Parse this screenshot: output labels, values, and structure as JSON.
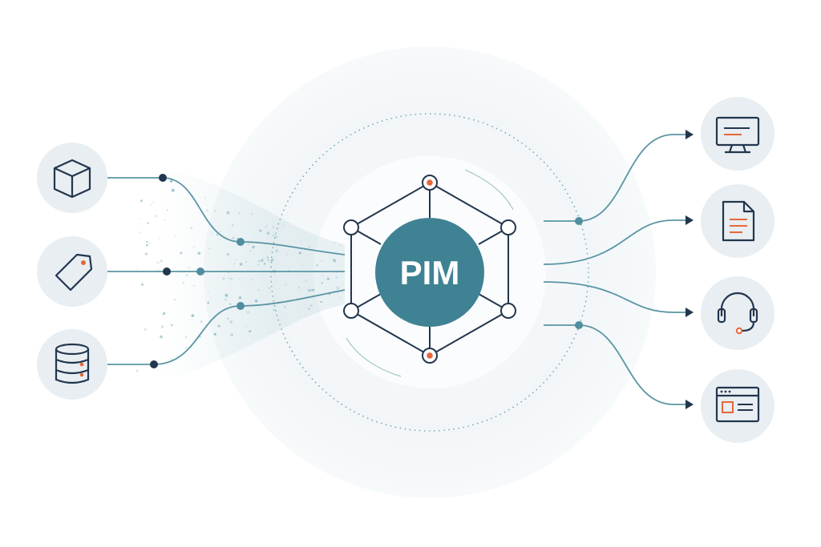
{
  "hub": {
    "label": "PIM",
    "node_icons": [
      "node-dot-icon"
    ]
  },
  "inputs": [
    {
      "id": "product",
      "icon": "cube-icon"
    },
    {
      "id": "pricing",
      "icon": "price-tag-icon"
    },
    {
      "id": "data",
      "icon": "database-icon"
    }
  ],
  "outputs": [
    {
      "id": "desktop",
      "icon": "monitor-icon"
    },
    {
      "id": "document",
      "icon": "document-icon"
    },
    {
      "id": "support",
      "icon": "headset-icon"
    },
    {
      "id": "web",
      "icon": "browser-window-icon"
    }
  ],
  "colors": {
    "accent": "#3f8294",
    "navy": "#22364d",
    "orange": "#e5683a",
    "circle_bg": "#e8eef2",
    "line": "#5a95a4",
    "halo": "#f1f5f7"
  }
}
